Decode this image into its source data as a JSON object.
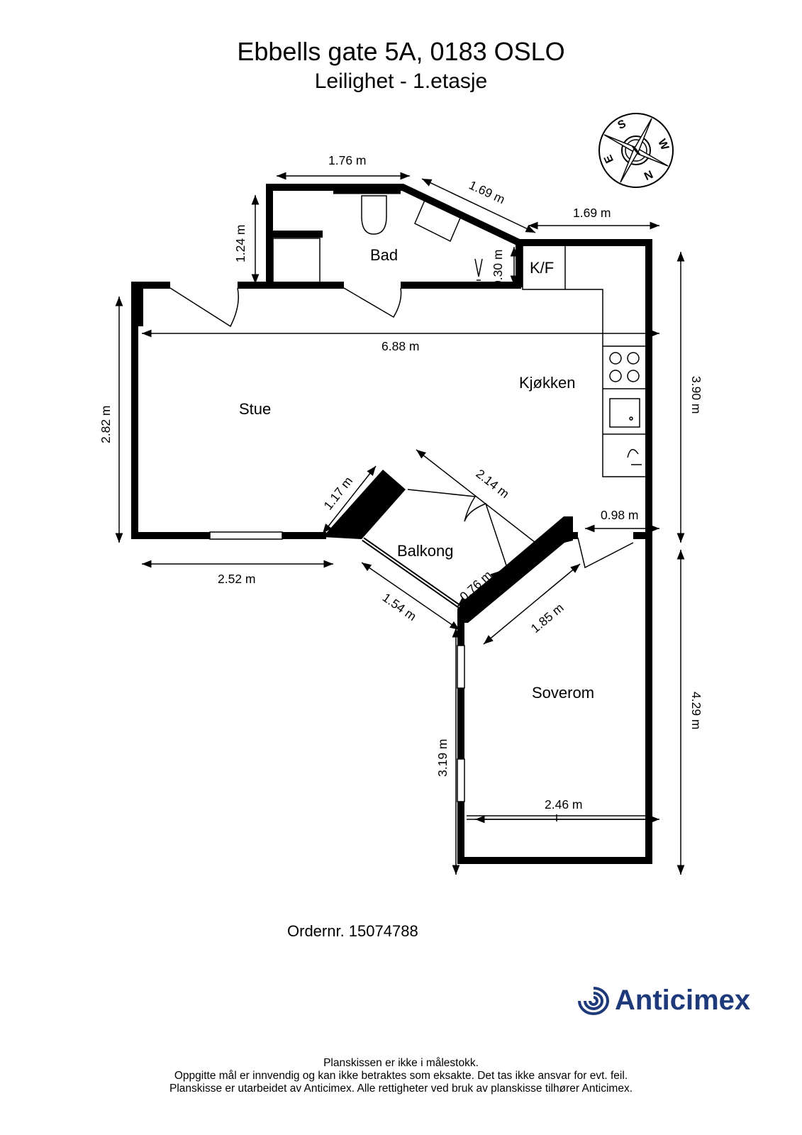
{
  "header": {
    "address": "Ebbells gate 5A, 0183 OSLO",
    "subtitle": "Leilighet  - 1.etasje"
  },
  "compass": {
    "labels": [
      "S",
      "W",
      "N",
      "E"
    ]
  },
  "rooms": {
    "bad": "Bad",
    "kf": "K/F",
    "kjokken": "Kjøkken",
    "stue": "Stue",
    "balkong": "Balkong",
    "soverom": "Soverom"
  },
  "dimensions": {
    "d176": "1.76 m",
    "d169a": "1.69 m",
    "d169b": "1.69 m",
    "d124": "1.24 m",
    "d030": "0.30 m",
    "d688": "6.88 m",
    "d390": "3.90 m",
    "d282": "2.82 m",
    "d214": "2.14 m",
    "d117": "1.17 m",
    "d098": "0.98 m",
    "d252": "2.52 m",
    "d154": "1.54 m",
    "d076": "0.76 m",
    "d185": "1.85 m",
    "d319": "3.19 m",
    "d429": "4.29 m",
    "d246": "2.46 m"
  },
  "order": "Ordernr. 15074788",
  "brand": {
    "name": "Anticimex",
    "color": "#1f3a7a"
  },
  "footer": [
    "Planskissen er ikke i målestokk.",
    "Oppgitte mål er innvendig og kan ikke betraktes som eksakte. Det tas ikke ansvar for evt. feil.",
    "Planskisse er utarbeidet av Anticimex. Alle rettigheter ved bruk av planskisse tilhører Anticimex."
  ]
}
